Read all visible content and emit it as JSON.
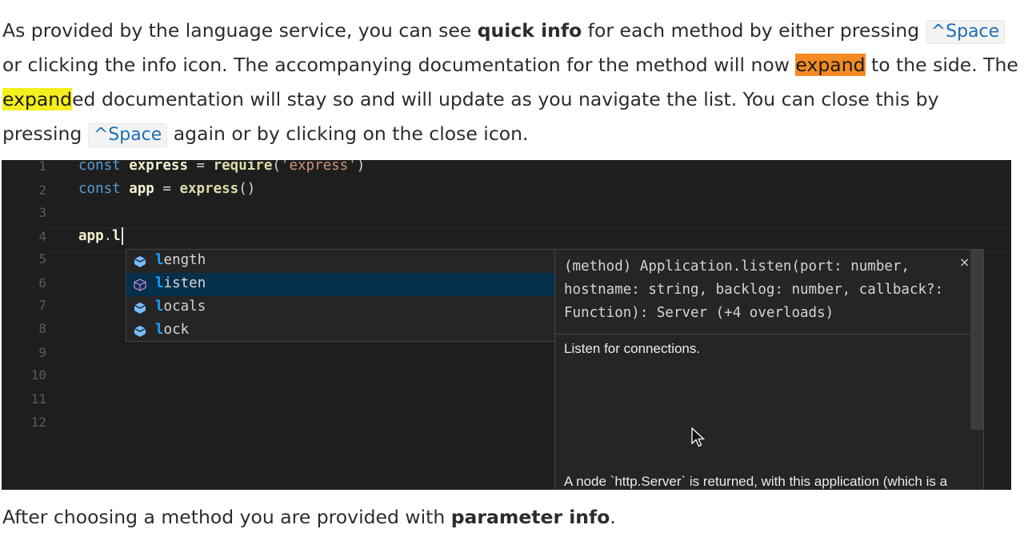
{
  "intro": {
    "t1": "As provided by the language service, you can see ",
    "b1": "quick info",
    "t2": " for each method by either pressing ",
    "key": "^Space",
    "t3": " or clicking the info icon. The accompanying documentation for the method will now ",
    "hl1": "expand",
    "t4": " to the side. The ",
    "hl2": "expand",
    "t5": "ed documentation will stay so and will update as you navigate the list. You can close this by pressing ",
    "t6": " again or by clicking on the close icon."
  },
  "editor": {
    "line_numbers": [
      "1",
      "2",
      "3",
      "4",
      "5",
      "6",
      "7",
      "8",
      "9",
      "10",
      "11",
      "12"
    ],
    "line1": {
      "kw": "const",
      "var": "express",
      "op": " = ",
      "fn": "require",
      "paren_open": "(",
      "str": "'express'",
      "paren_close": ")"
    },
    "line2": {
      "kw": "const",
      "var": "app",
      "op": " = ",
      "fn": "express",
      "call": "()"
    },
    "line4": {
      "obj": "app",
      "dot": ".",
      "typed": "l"
    },
    "suggestions": [
      {
        "match": "l",
        "rest": "ength",
        "icon": "field-icon",
        "selected": false
      },
      {
        "match": "l",
        "rest": "isten",
        "icon": "method-icon",
        "selected": true
      },
      {
        "match": "l",
        "rest": "ocals",
        "icon": "field-icon",
        "selected": false
      },
      {
        "match": "l",
        "rest": "ock",
        "icon": "field-icon",
        "selected": false
      }
    ],
    "docs": {
      "signature": "(method) Application.listen(port: number, hostname: string, backlog: number, callback?: Function): Server (+4 overloads)",
      "summary": "Listen for connections.",
      "body": "A node `http.Server` is returned, with this application (which is a `Function`) as its callback. If you wish to create both an HTTP and HTTPS server you may do so with the \"http\" and \"https\" modules as shown here:",
      "close_glyph": "×"
    }
  },
  "outro": {
    "t1": "After choosing a method you are provided with ",
    "b1": "parameter info",
    "t2": "."
  }
}
